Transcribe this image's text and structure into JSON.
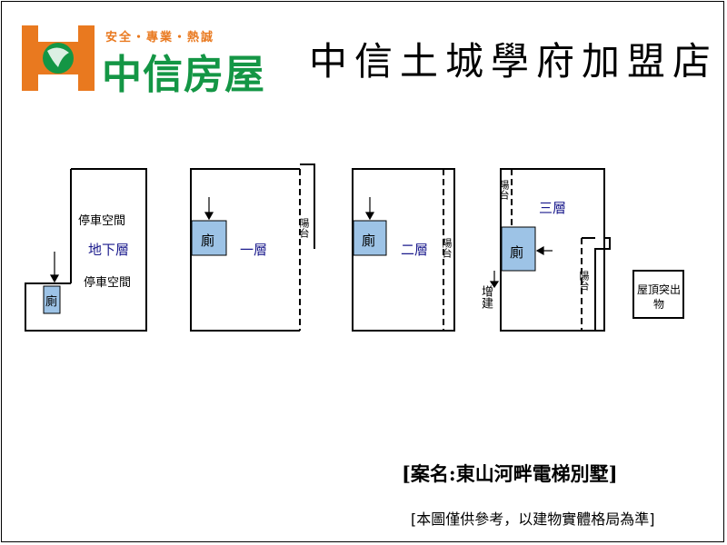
{
  "logo": {
    "slogan": "安全・專業・熱誠",
    "name": "中信房屋",
    "colors": {
      "orange": "#e9791f",
      "green": "#149645"
    }
  },
  "store": {
    "title": "中信土城學府加盟店"
  },
  "floors": {
    "basement": {
      "label": "地下層",
      "parking_top": "停車空間",
      "parking_bottom": "停車空間",
      "toilet": "廁"
    },
    "first": {
      "label": "一層",
      "toilet": "廁",
      "balcony": "陽台"
    },
    "second": {
      "label": "二層",
      "toilet": "廁",
      "balcony": "陽台"
    },
    "third": {
      "label": "三層",
      "toilet": "廁",
      "balcony_top": "陽台",
      "balcony_right": "陽台",
      "extension": "增建"
    },
    "roof": {
      "label": "屋頂突出物"
    }
  },
  "footer": {
    "case_name": "[案名:東山河畔電梯別墅]",
    "disclaimer": "[本圖僅供參考，以建物實體格局為準]"
  },
  "colors": {
    "toilet_fill": "#9dc3e6",
    "floor_label": "#1a1a8c"
  }
}
